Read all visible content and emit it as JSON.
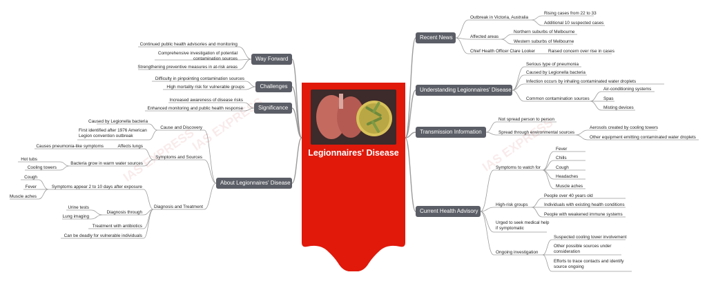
{
  "center": {
    "title": "Legionnaires' Disease",
    "image": "lungs-and-bacteria-illustration"
  },
  "watermark": "IAS EXPRESS",
  "colors": {
    "branch": "#5b5e66",
    "center": "#e0190b",
    "line": "#9a9a9a"
  },
  "branches": {
    "recent_news": {
      "label": "Recent News",
      "outbreak": "Outbreak in Victoria, Australia",
      "rising": "Rising cases from 22 to 33",
      "additional": "Additional 10 suspected cases",
      "affected": "Affected areas",
      "northern": "Northern suburbs of Melbourne",
      "western": "Western suburbs of Melbourne",
      "officer": "Chief Health Officer Clare Looker",
      "concern": "Raised concern over rise in cases"
    },
    "understanding": {
      "label": "Understanding Legionnaires' Disease",
      "pneumonia": "Serious type of pneumonia",
      "caused": "Caused by Legionella bacteria",
      "infection": "Infection occurs by inhaling contaminated water droplets",
      "common": "Common contamination sources",
      "ac": "Air-conditioning systems",
      "spas": "Spas",
      "misting": "Misting devices"
    },
    "transmission": {
      "label": "Transmission Information",
      "not_spread": "Not spread person to person",
      "spread_env": "Spread through environmental sources",
      "aerosols": "Aerosols created by cooling towers",
      "other_equipment": "Other equipment emitting contaminated water droplets"
    },
    "advisory": {
      "label": "Current Health Advisory",
      "symptoms": "Symptoms to watch for",
      "fever": "Fever",
      "chills": "Chills",
      "cough": "Cough",
      "headaches": "Headaches",
      "muscle": "Muscle aches",
      "high_risk": "High-risk groups",
      "over40": "People over 40 years old",
      "existing": "Individuals with existing health conditions",
      "weakened": "People with weakened immune systems",
      "urged": "Urged to seek medical help if symptomatic",
      "ongoing": "Ongoing investigation",
      "suspected": "Suspected cooling tower involvement",
      "other_sources": "Other possible sources under consideration",
      "trace": "Efforts to trace contacts and identify source ongoing"
    },
    "way_forward": {
      "label": "Way Forward",
      "advisories": "Continued public health advisories and monitoring",
      "investigation": "Comprehensive investigation of potential contamination sources",
      "preventive": "Strengthening preventive measures in at-risk areas"
    },
    "challenges": {
      "label": "Challenges",
      "difficulty": "Difficulty in pinpointing contamination sources",
      "mortality": "High mortality risk for vulnerable groups"
    },
    "significance": {
      "label": "Significance",
      "awareness": "Increased awareness of disease risks",
      "monitoring": "Enhanced monitoring and public health response"
    },
    "about": {
      "label": "About Legionnaires' Disease",
      "cause": "Cause and Discovery",
      "caused_by": "Caused by Legionella bacteria",
      "first_identified": "First identified after 1976 American Legion convention outbreak",
      "symptoms_sources": "Symptoms and Sources",
      "affects": "Affects lungs",
      "pneumonia_like": "Causes pneumonia-like symptoms",
      "bacteria_grow": "Bacteria grow in warm water sources",
      "hot_tubs": "Hot tubs",
      "cooling_towers": "Cooling towers",
      "diagnosis_treatment": "Diagnosis and Treatment",
      "appear": "Symptoms appear 2 to 10 days after exposure",
      "cough": "Cough",
      "fever": "Fever",
      "muscle": "Muscle aches",
      "diagnosis": "Diagnosis through",
      "urine": "Urine tests",
      "lung": "Lung imaging",
      "antibiotics": "Treatment with antibiotics",
      "deadly": "Can be deadly for vulnerable individuals"
    }
  }
}
